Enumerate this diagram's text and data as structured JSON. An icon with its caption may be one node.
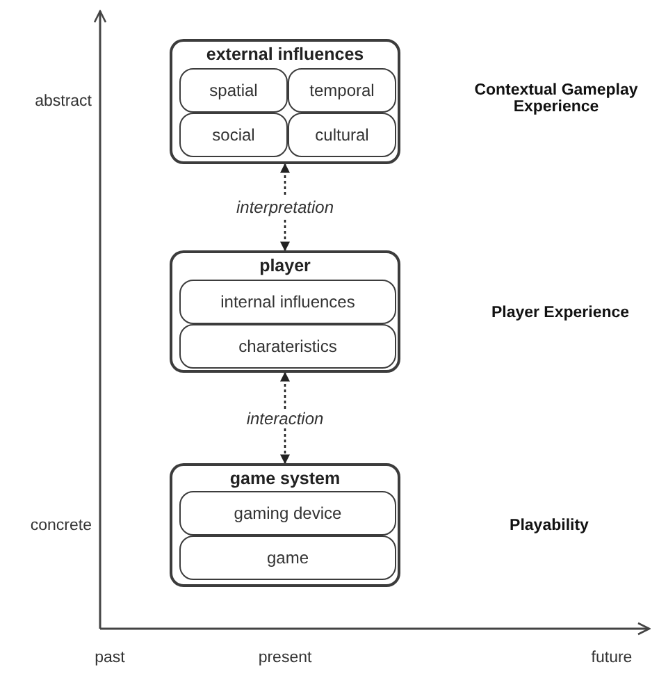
{
  "diagram": {
    "nodes": [
      {
        "text": [
          "external influences"
        ]
      },
      {
        "text": [
          "spatial"
        ],
        "in": 0
      },
      {
        "text": [
          "temporal"
        ],
        "in": 0
      },
      {
        "text": [
          "social"
        ],
        "in": 0
      },
      {
        "text": [
          "cultural"
        ],
        "in": 0
      },
      {
        "text": [
          "player"
        ]
      },
      {
        "text": [
          "internal influences"
        ],
        "in": 5
      },
      {
        "text": [
          "charateristics"
        ],
        "in": 5
      },
      {
        "text": [
          "game system"
        ]
      },
      {
        "text": [
          "gaming device"
        ],
        "in": 8
      },
      {
        "text": [
          "game"
        ],
        "in": 8
      }
    ],
    "edges": [
      {
        "from": 0,
        "to": 5,
        "arrow": "both",
        "label": "interpretation",
        "style": "dashed"
      },
      {
        "from": 5,
        "to": 8,
        "arrow": "both",
        "label": "interaction",
        "style": "dashed"
      }
    ],
    "labels": [
      "abstract",
      "Contextual Gameplay Experience",
      "Player Experience",
      "concrete",
      "Playability",
      "past",
      "present",
      "future"
    ]
  }
}
